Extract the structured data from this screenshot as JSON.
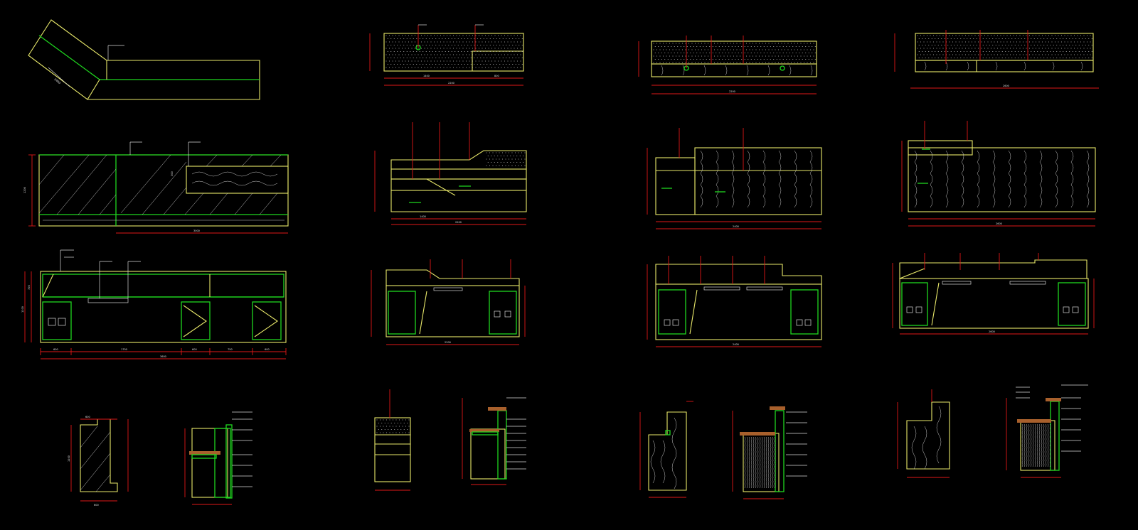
{
  "drawing": {
    "background": "#000000",
    "colors": {
      "outline": "#e8e86a",
      "highlight": "#1fd61f",
      "dimension": "#e01818",
      "hatch": "#c8c8c8",
      "annotation": "#d8d8d8",
      "counter_top": "#a8602c"
    },
    "dimension_labels": {
      "plan_top": "2400",
      "plan_width": "3000",
      "plan_height": "1200",
      "plan_side": "300",
      "elev1_total": "3600",
      "elev1_segments": [
        "600",
        "1750",
        "600",
        "750",
        "600"
      ],
      "elev1_left": [
        "700",
        "1100"
      ],
      "col2_top_total": "2200",
      "col2_top_seg": [
        "1400",
        "800"
      ],
      "col2_mid_total": "2200",
      "col2_mid_seg": [
        "1400"
      ],
      "col2_front_total": "2200",
      "col3_top_total": "2200",
      "col3_mid_total": "2400",
      "col3_front_total": "2400",
      "col4_top_total": "2600",
      "col4_mid_total": "2600",
      "col4_front_total": "2600",
      "section_w": "600",
      "section_h": "1100"
    }
  }
}
